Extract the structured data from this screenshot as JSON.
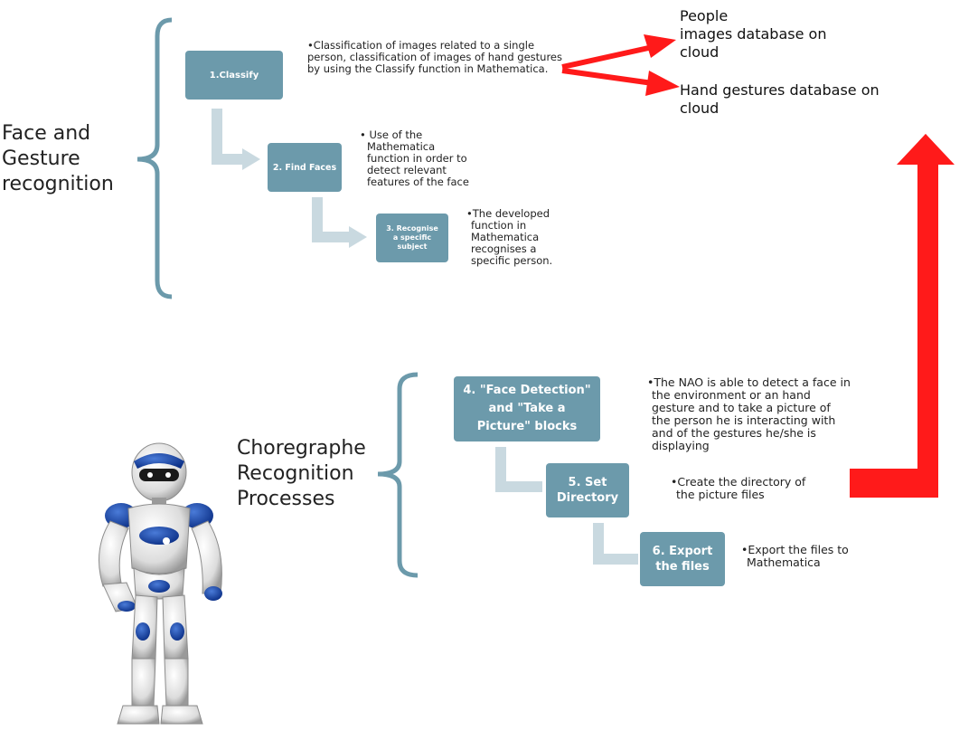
{
  "groups": {
    "face": {
      "label_lines": [
        "Face and",
        "Gesture",
        "recognition"
      ]
    },
    "choregraphe": {
      "label_lines": [
        "Choregraphe",
        "Recognition",
        "Processes"
      ]
    }
  },
  "steps": {
    "classify": {
      "label": "1.Classify",
      "description": "•Classification of images related to a single person, classification of images of hand gestures by using the Classify function in Mathematica."
    },
    "find_faces": {
      "label": "2. Find Faces",
      "description_lines": [
        "• Use of the",
        "Mathematica",
        "function in order to",
        "detect relevant",
        "features of the face"
      ]
    },
    "recognise": {
      "label_lines": [
        "3. Recognise",
        "a specific",
        "subject"
      ],
      "description_lines": [
        "•The developed",
        "function in",
        "Mathematica",
        "recognises a",
        "specific person."
      ]
    },
    "face_detection": {
      "label_lines": [
        "4. \"Face Detection\"",
        "and \"Take a",
        "Picture\" blocks"
      ],
      "description_lines": [
        "•The NAO is able to detect a face in",
        "the environment or an hand",
        "gesture and to take a picture of",
        "the person he is interacting with",
        "and of the gestures he/she is",
        "displaying"
      ]
    },
    "set_directory": {
      "label_lines": [
        "5. Set",
        "Directory"
      ],
      "description_lines": [
        "•Create the directory of",
        "the picture files"
      ]
    },
    "export": {
      "label_lines": [
        "6. Export",
        "the files"
      ],
      "description_lines": [
        "•Export the files to",
        "Mathematica"
      ]
    }
  },
  "databases": {
    "people": {
      "lines": [
        "People",
        "images database on",
        "cloud"
      ]
    },
    "gestures": {
      "lines": [
        "Hand gestures database on",
        "cloud"
      ]
    }
  },
  "colors": {
    "box": "#6c9aab",
    "bracket": "#6c9aab",
    "connector": "#c9d9e0",
    "arrow": "#ff1a1a"
  },
  "robot": {
    "icon": "nao-robot-icon"
  }
}
